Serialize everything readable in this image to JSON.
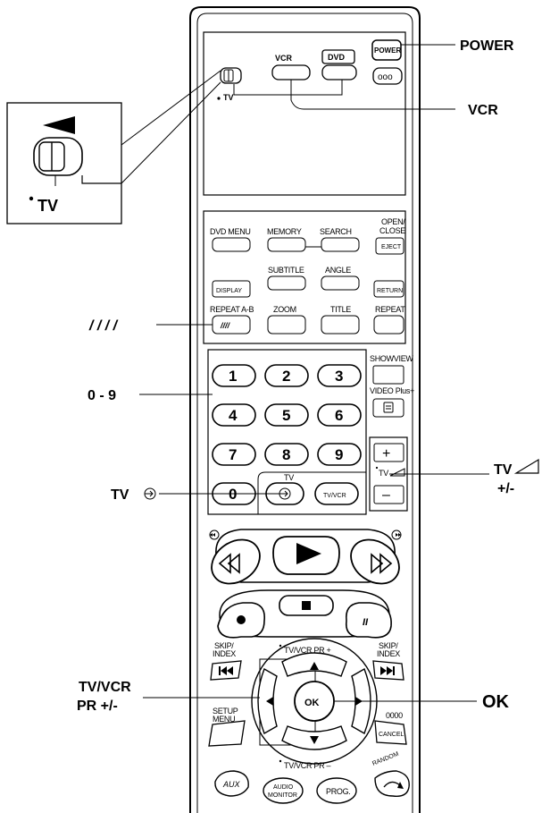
{
  "callouts": {
    "power": "POWER",
    "vcr": "VCR",
    "tv_switch": "TV",
    "slashes": "/ / / /",
    "digits": "0 - 9",
    "tv_input": "TV",
    "tv_volume": "TV",
    "tv_volume_sign": "+/-",
    "tvvcr_pr_line1": "TV/VCR",
    "tvvcr_pr_line2": "PR +/-",
    "ok": "OK"
  },
  "top": {
    "switch_tv": "TV",
    "vcr": "VCR",
    "dvd": "DVD",
    "power": "POWER",
    "ooo": "ooo"
  },
  "buttons": {
    "dvd_menu": "DVD MENU",
    "memory": "MEMORY",
    "search": "SEARCH",
    "open_close_1": "OPEN/",
    "open_close_2": "CLOSE",
    "eject": "EJECT",
    "subtitle": "SUBTITLE",
    "angle": "ANGLE",
    "display": "DISPLAY",
    "return": "RETURN",
    "repeat_ab": "REPEAT A-B",
    "repeat_ab_glyph": "////",
    "zoom": "ZOOM",
    "title": "TITLE",
    "repeat": "REPEAT",
    "showview": "SHOWVIEW",
    "videoplus": "VIDEO Plus+",
    "vol_plus": "+",
    "vol_minus": "–",
    "vol_tv": "TV",
    "tv_above_input": "TV",
    "tvvcr": "TV/VCR",
    "digits": [
      "1",
      "2",
      "3",
      "4",
      "5",
      "6",
      "7",
      "8",
      "9",
      "0"
    ],
    "pause": "II",
    "skip_index_1": "SKIP/",
    "skip_index_2": "INDEX",
    "tvvcr_pr_plus": "TV/VCR  PR +",
    "tvvcr_pr_minus": "TV/VCR  PR –",
    "ok": "OK",
    "setup_1": "SETUP",
    "setup_2": "MENU",
    "zero4": "0000",
    "cancel": "CANCEL",
    "aux": "AUX",
    "audio_1": "AUDIO",
    "audio_2": "MONITOR",
    "prog": "PROG.",
    "random": "RANDOM"
  }
}
